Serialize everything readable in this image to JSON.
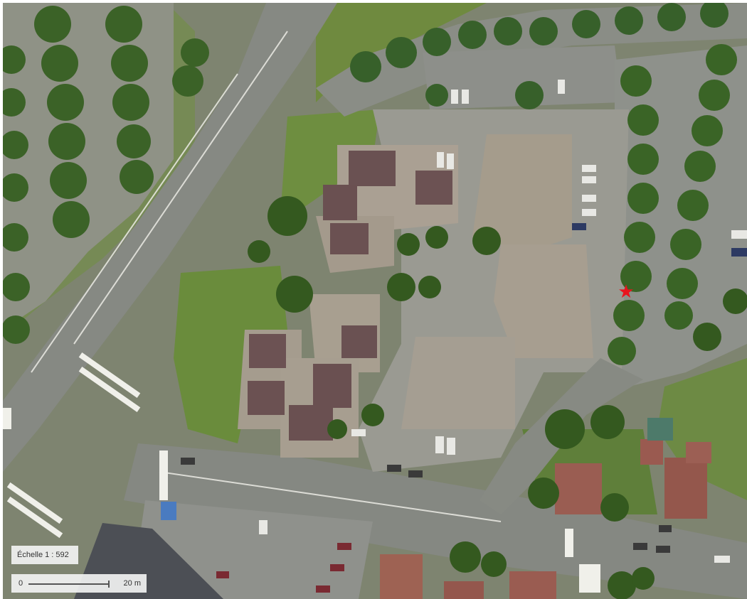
{
  "map": {
    "type": "aerial-imagery",
    "marker_icon": "star-icon",
    "marker_color": "#e8141e"
  },
  "scale": {
    "ratio_label": "Échelle 1 : 592",
    "bar_start": "0",
    "bar_distance": "20 m"
  },
  "colors": {
    "asphalt": "#8c8f88",
    "grass": "#6c8a3e",
    "tree": "#3c6428",
    "roof_gray": "#a79d8e",
    "roof_brown": "#6d5352"
  }
}
